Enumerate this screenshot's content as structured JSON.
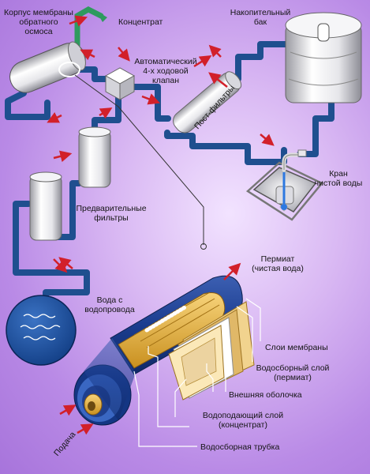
{
  "labels": {
    "membrane_housing": [
      "Корпус мембраны",
      "обратного",
      "осмоса"
    ],
    "concentrate": "Концентрат",
    "storage_tank": [
      "Накопительный",
      "бак"
    ],
    "valve": [
      "Автоматический",
      "4-х ходовой",
      "клапан"
    ],
    "post_filters": "Пост-фильтры",
    "clean_tap": [
      "Кран",
      "чистой воды"
    ],
    "pre_filters": [
      "Предварительные",
      "фильтры"
    ],
    "tap_water": [
      "Вода с",
      "водопровода"
    ],
    "permeate": [
      "Пермиат",
      "(чистая вода)"
    ],
    "membrane_layers": "Слои мембраны",
    "collection_layer": [
      "Водосборный слой",
      "(пермиат)"
    ],
    "outer_shell": "Внешняя оболочка",
    "feed_layer": [
      "Водоподающий слой",
      "(концентрат)"
    ],
    "collection_tube": "Водосборная трубка",
    "feed": "Подача"
  },
  "colors": {
    "pipe": "#1f4f8f",
    "arrow": "#d2202a",
    "concentrate_pipe": "#2e9a5e",
    "background": "#c9a0ee"
  },
  "icons": [
    "water-waves-icon",
    "faucet-icon",
    "flow-arrow-icon"
  ]
}
